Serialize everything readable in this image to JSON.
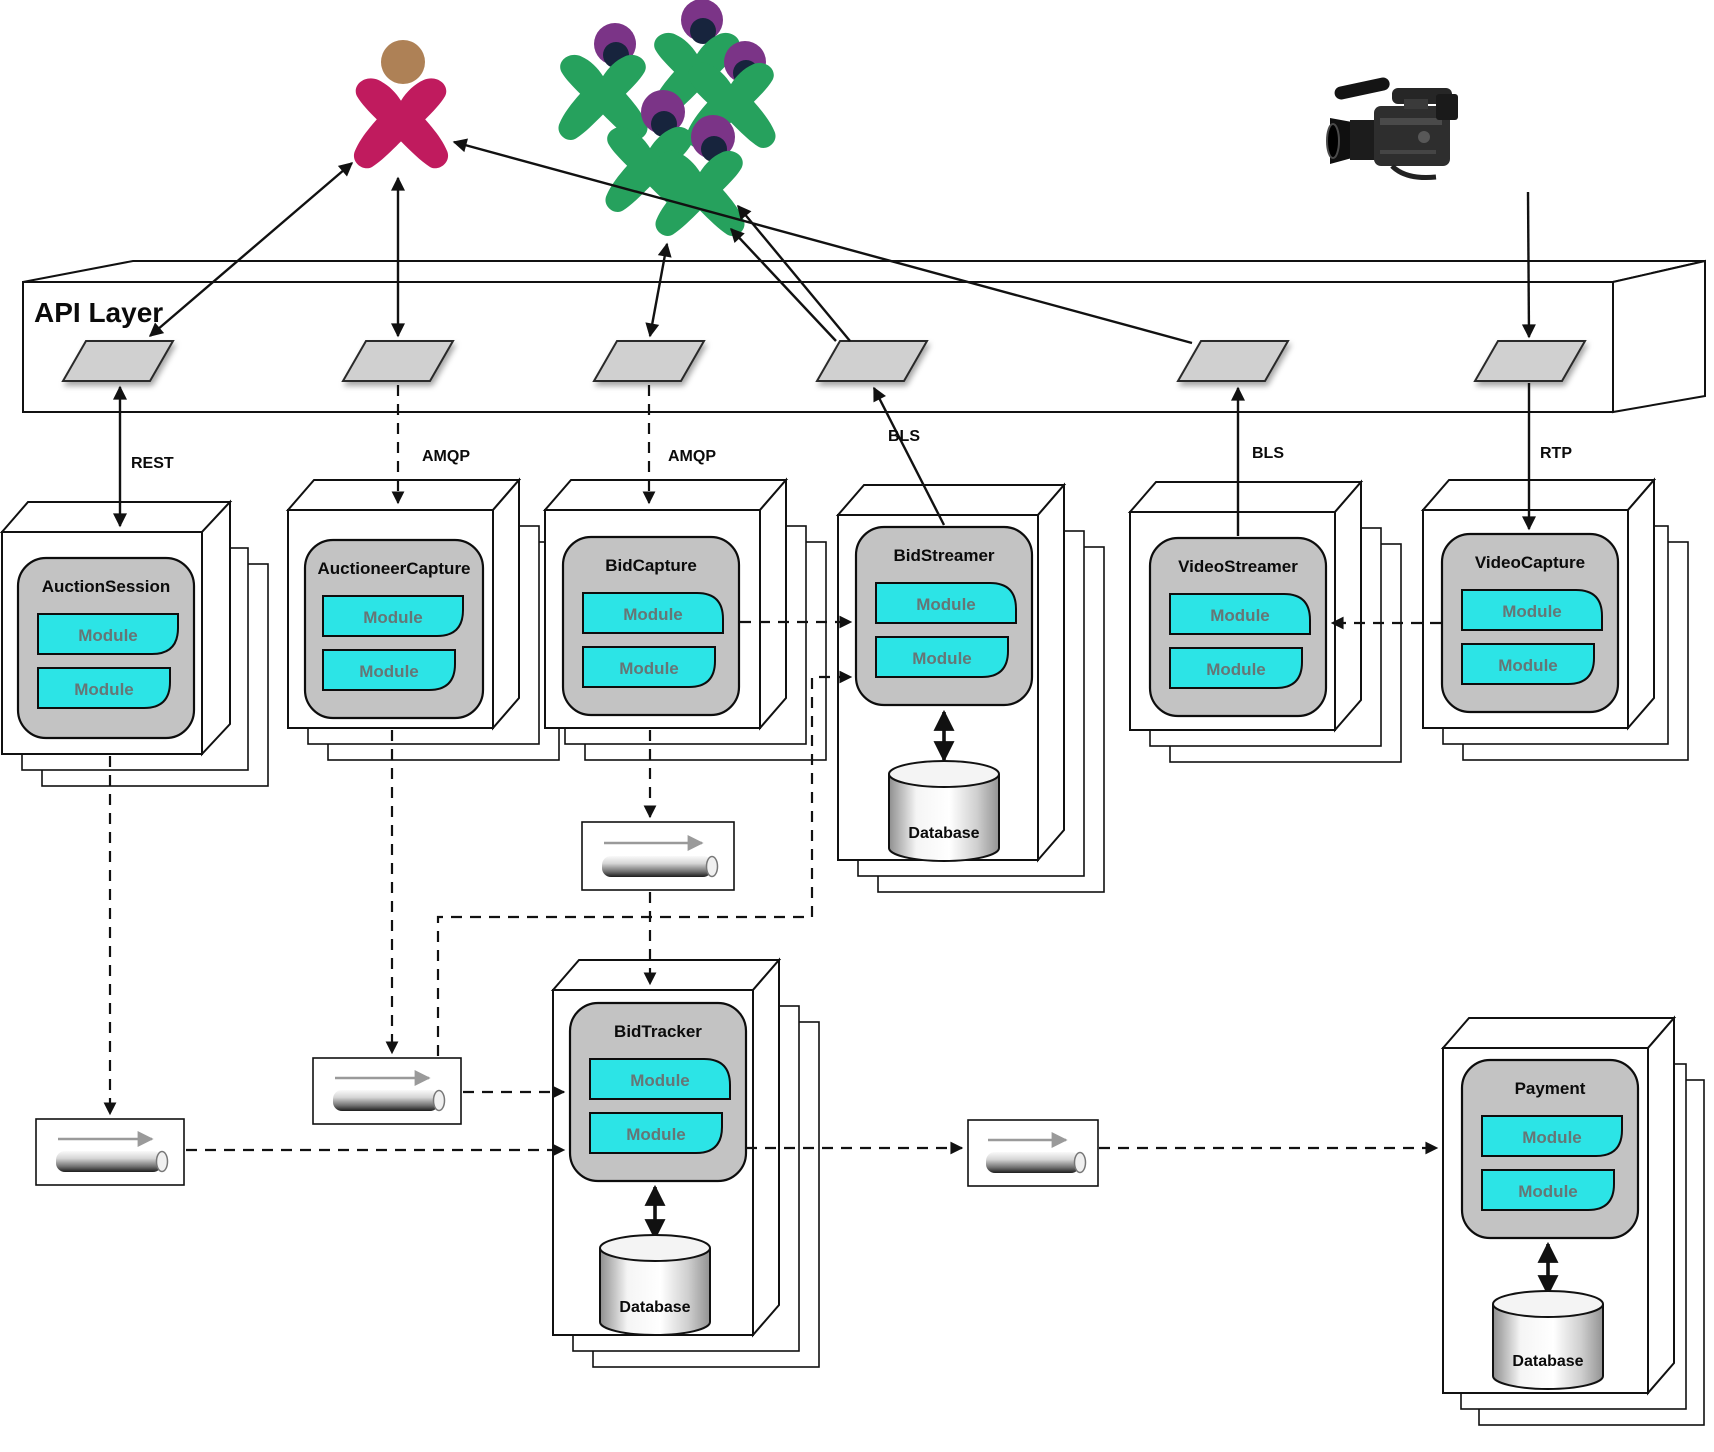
{
  "api_layer": {
    "label": "API Layer"
  },
  "protocols": {
    "rest": "REST",
    "amqp_auctioneer": "AMQP",
    "amqp_bid": "AMQP",
    "bls_bid_streamer": "BLS",
    "bls_video_streamer": "BLS",
    "rtp": "RTP"
  },
  "services": {
    "auction_session": {
      "name": "AuctionSession",
      "modules": [
        "Module",
        "Module"
      ]
    },
    "auctioneer_capture": {
      "name": "AuctioneerCapture",
      "modules": [
        "Module",
        "Module"
      ]
    },
    "bid_capture": {
      "name": "BidCapture",
      "modules": [
        "Module",
        "Module"
      ]
    },
    "bid_streamer": {
      "name": "BidStreamer",
      "modules": [
        "Module",
        "Module"
      ],
      "database": "Database"
    },
    "video_streamer": {
      "name": "VideoStreamer",
      "modules": [
        "Module",
        "Module"
      ]
    },
    "video_capture": {
      "name": "VideoCapture",
      "modules": [
        "Module",
        "Module"
      ]
    },
    "bid_tracker": {
      "name": "BidTracker",
      "modules": [
        "Module",
        "Module"
      ],
      "database": "Database"
    },
    "payment": {
      "name": "Payment",
      "modules": [
        "Module",
        "Module"
      ],
      "database": "Database"
    }
  },
  "actors": {
    "auctioneer": {
      "icon": "person-icon",
      "body_color": "#c01b5e",
      "head_color": "#ae8156"
    },
    "bidders": {
      "icon": "people-group-icon",
      "body_color": "#26a15d",
      "head_color": "#7b3487"
    },
    "video_camera": {
      "icon": "video-camera-icon"
    }
  },
  "colors": {
    "module_fill": "#2ce4e6",
    "component_fill": "#c3c3c3",
    "port_fill": "#d0d0d0"
  },
  "connections": [
    {
      "from": "Auctioneer",
      "to": "API Layer",
      "protocol": "REST",
      "bidirectional": true
    },
    {
      "from": "Auctioneer",
      "to": "API Layer",
      "protocol": "AMQP",
      "bidirectional": true
    },
    {
      "from": "Bidders",
      "to": "API Layer",
      "protocol": "AMQP",
      "bidirectional": true
    },
    {
      "from": "BidStreamer",
      "to": "Bidders",
      "protocol": "BLS"
    },
    {
      "from": "VideoStreamer",
      "to": "Auctioneer",
      "protocol": "BLS"
    },
    {
      "from": "Video camera",
      "to": "VideoCapture",
      "protocol": "RTP"
    },
    {
      "from": "AuctionSession",
      "to": "BidTracker",
      "via": "queue",
      "style": "dashed"
    },
    {
      "from": "AuctioneerCapture",
      "to": "BidTracker",
      "via": "queue",
      "style": "dashed"
    },
    {
      "from": "AuctioneerCapture",
      "to": "BidStreamer",
      "via": "queue",
      "style": "dashed"
    },
    {
      "from": "BidCapture",
      "to": "BidTracker",
      "via": "queue",
      "style": "dashed"
    },
    {
      "from": "BidCapture",
      "to": "BidStreamer",
      "style": "dashed"
    },
    {
      "from": "VideoCapture",
      "to": "VideoStreamer",
      "style": "dashed"
    },
    {
      "from": "BidTracker",
      "to": "Payment",
      "via": "queue",
      "style": "dashed"
    },
    {
      "from": "BidStreamer",
      "to": "Database",
      "bidirectional": true
    },
    {
      "from": "BidTracker",
      "to": "Database",
      "bidirectional": true
    },
    {
      "from": "Payment",
      "to": "Database",
      "bidirectional": true
    }
  ]
}
